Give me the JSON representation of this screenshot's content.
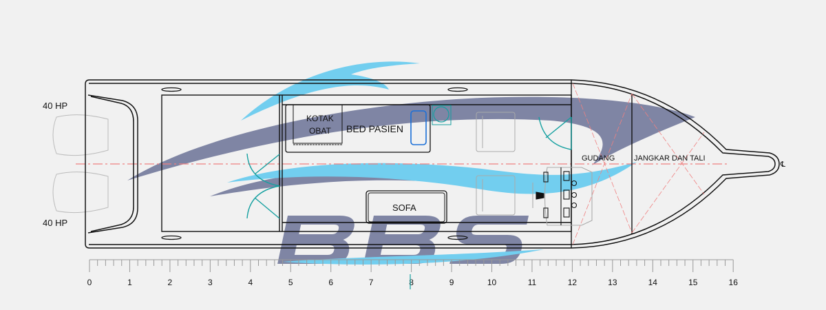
{
  "title": "Boat ambulance general arrangement",
  "engines": [
    {
      "label": "40 HP"
    },
    {
      "label": "40 HP"
    }
  ],
  "rooms": {
    "kotak_obat_line1": "KOTAK",
    "kotak_obat_line2": "OBAT",
    "bed": "BED PASIEN",
    "sofa": "SOFA",
    "gudang": "GUDANG",
    "jangkar": "JANGKAR DAN TALI",
    "centerline_symbol": "℄"
  },
  "watermark": {
    "text": "BBS"
  },
  "ruler": {
    "min": 0,
    "max": 16,
    "minor_step": 0.2,
    "labels": [
      "0",
      "1",
      "2",
      "3",
      "4",
      "5",
      "6",
      "7",
      "8",
      "9",
      "10",
      "11",
      "12",
      "13",
      "14",
      "15",
      "16"
    ]
  },
  "colors": {
    "hull": "#111111",
    "door": "#15a0a0",
    "pillow": "#1a6fd8",
    "centerline": "#f08080",
    "watermark_dark": "#6b7296",
    "watermark_light": "#5cc8ef"
  }
}
